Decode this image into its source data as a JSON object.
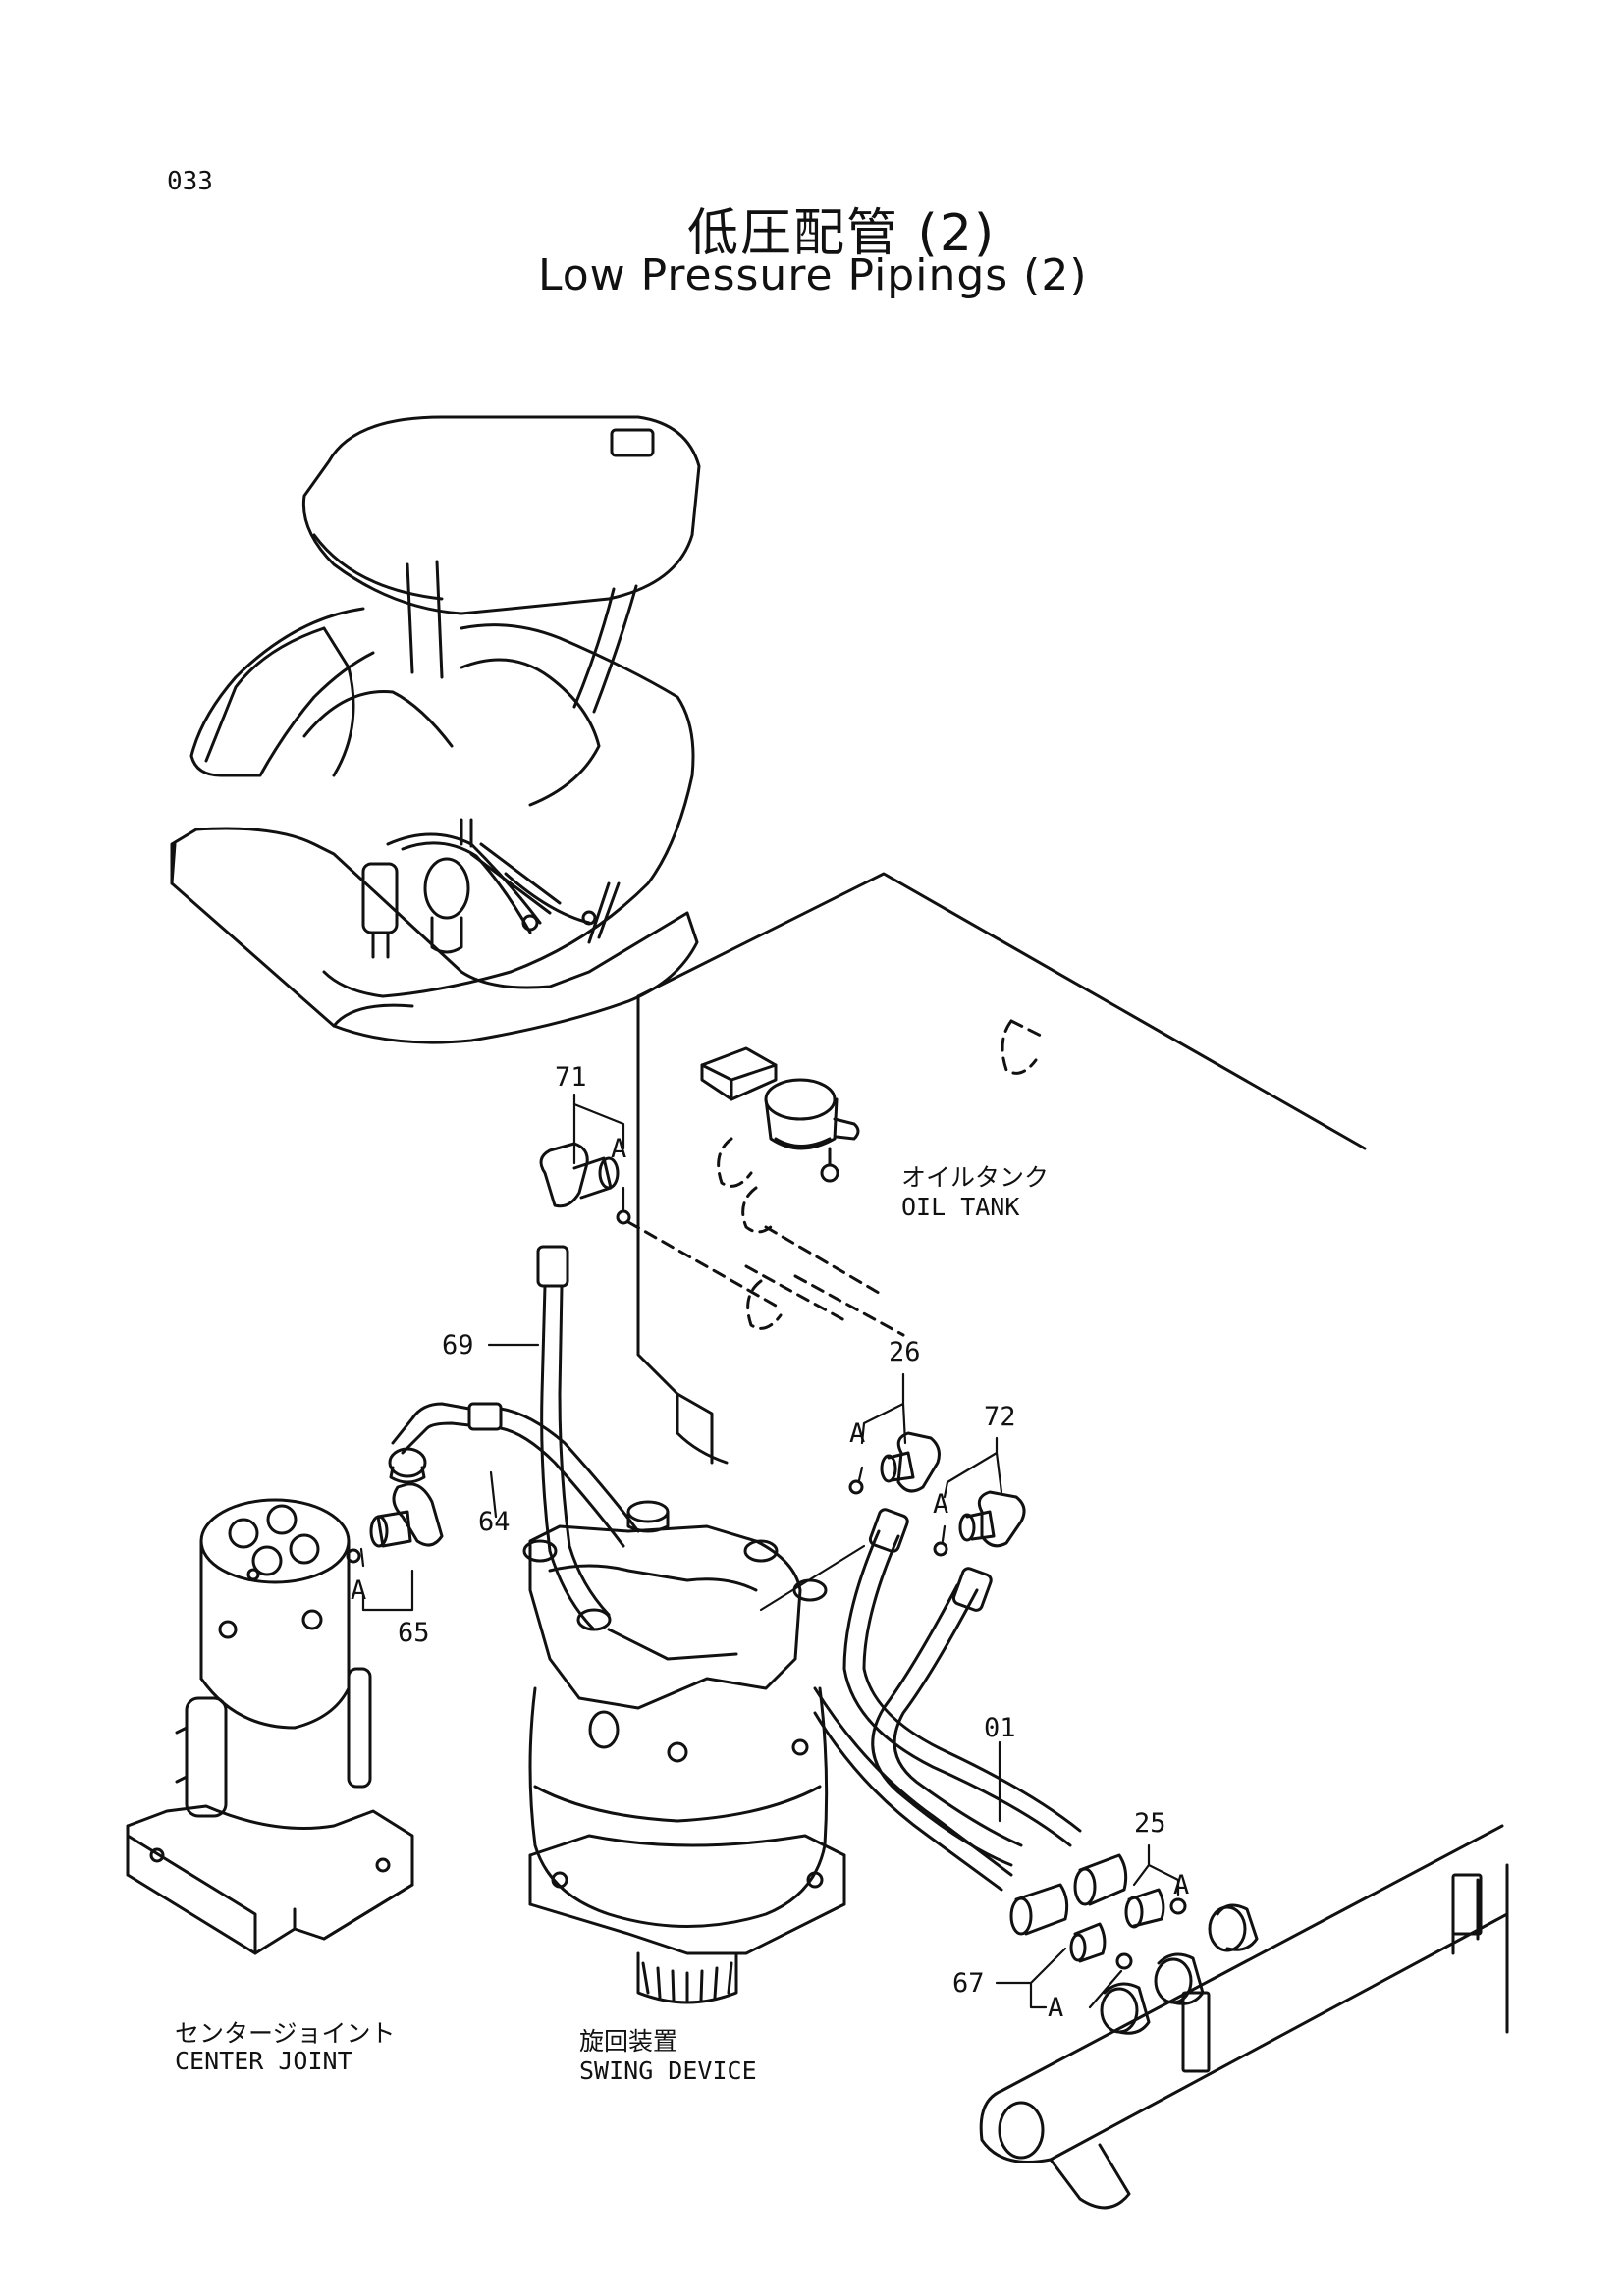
{
  "page_number": "033",
  "title": {
    "japanese": "低圧配管 (2)",
    "english": "Low Pressure Pipings (2)"
  },
  "components": {
    "oil_tank": {
      "jp": "オイルタンク",
      "en": "OIL TANK"
    },
    "center_joint": {
      "jp": "センタージョイント",
      "en": "CENTER JOINT"
    },
    "swing_device": {
      "jp": "旋回装置",
      "en": "SWING DEVICE"
    }
  },
  "part_numbers": {
    "p71": "71",
    "p69": "69",
    "p64": "64",
    "p65": "65",
    "p26": "26",
    "p72": "72",
    "p01": "01",
    "p25": "25",
    "p67": "67"
  },
  "ref_marker": "A",
  "colors": {
    "ink": "#111111",
    "paper": "#ffffff"
  }
}
